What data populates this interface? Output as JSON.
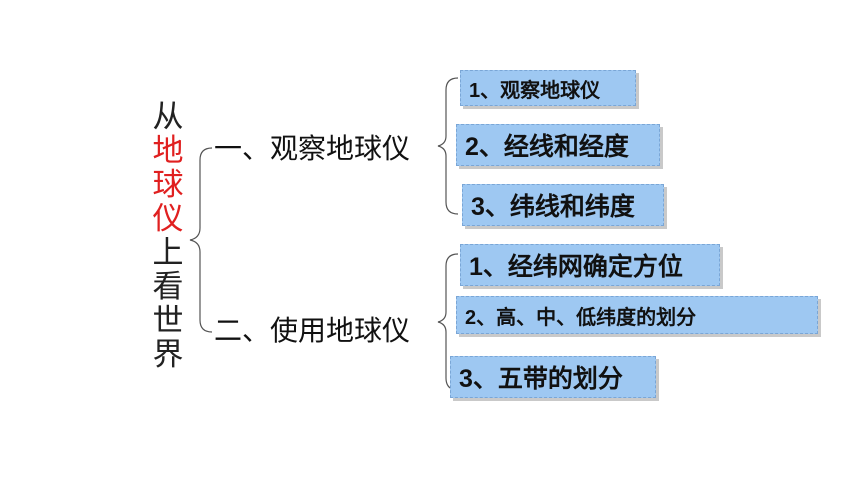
{
  "root": {
    "chars": [
      {
        "text": "从",
        "highlight": false
      },
      {
        "text": "地",
        "highlight": true
      },
      {
        "text": "球",
        "highlight": true
      },
      {
        "text": "仪",
        "highlight": true
      },
      {
        "text": "上",
        "highlight": false
      },
      {
        "text": "看",
        "highlight": false
      },
      {
        "text": "世",
        "highlight": false
      },
      {
        "text": "界",
        "highlight": false
      }
    ],
    "highlight_color": "#e02020"
  },
  "branches": [
    {
      "label": "一、观察地球仪",
      "items": [
        "1、观察地球仪",
        "2、经线和经度",
        "3、纬线和纬度"
      ]
    },
    {
      "label": "二、使用地球仪",
      "items": [
        "1、经纬网确定方位",
        "2、高、中、低纬度的划分",
        "3、五带的划分"
      ]
    }
  ],
  "colors": {
    "box_fill": "#9ec8f2",
    "brace": "#555555"
  }
}
